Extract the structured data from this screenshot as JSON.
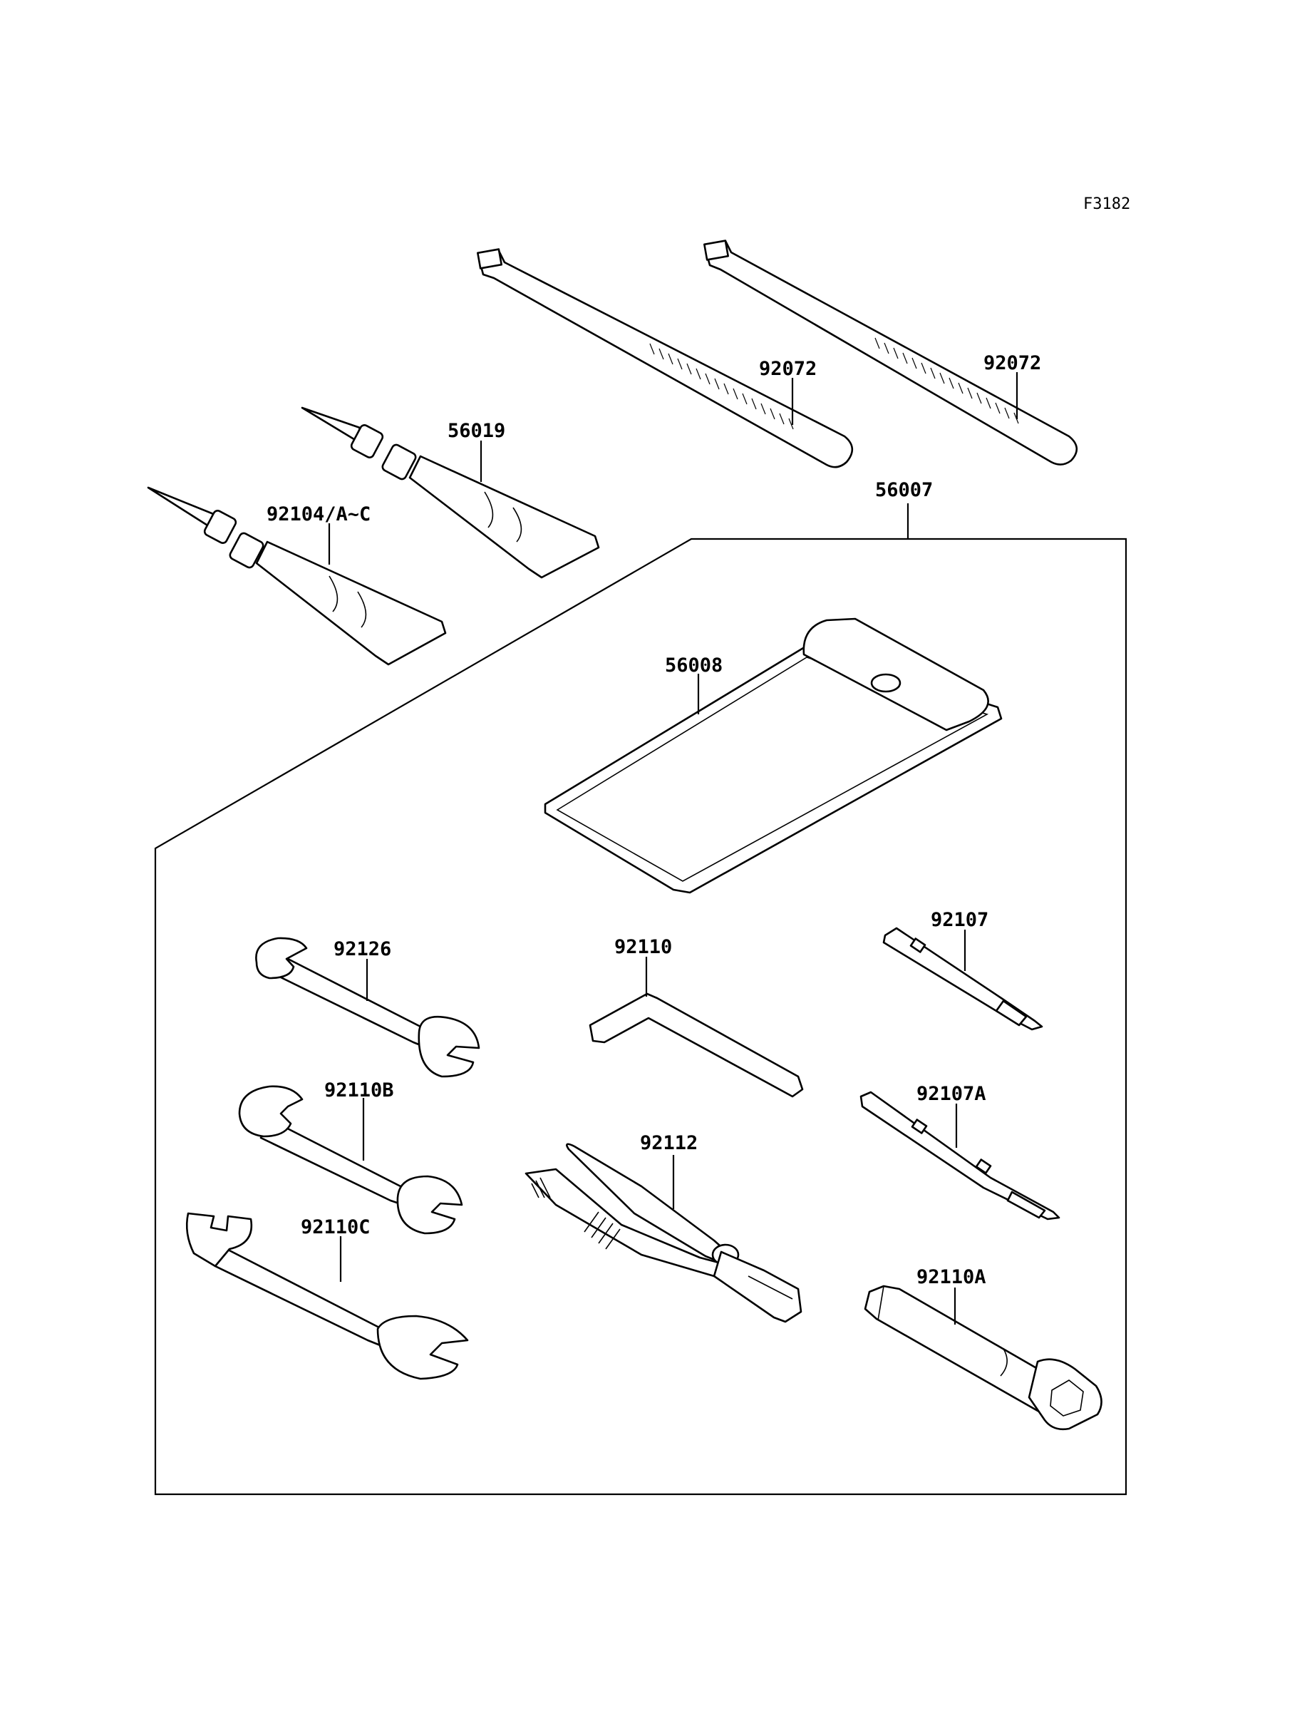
{
  "drawing_code": "F3182",
  "parts": [
    {
      "id": "tie-left",
      "number": "92072"
    },
    {
      "id": "tie-right",
      "number": "92072"
    },
    {
      "id": "grease-upper",
      "number": "56019"
    },
    {
      "id": "grease-lower",
      "number": "92104/A~C"
    },
    {
      "id": "tool-kit",
      "number": "56007"
    },
    {
      "id": "tool-bag",
      "number": "56008"
    },
    {
      "id": "wrench-1",
      "number": "92126"
    },
    {
      "id": "hex-key",
      "number": "92110"
    },
    {
      "id": "screwdriver-1",
      "number": "92107"
    },
    {
      "id": "wrench-2",
      "number": "92110B"
    },
    {
      "id": "screwdriver-2",
      "number": "92107A"
    },
    {
      "id": "pliers",
      "number": "92112"
    },
    {
      "id": "wrench-3",
      "number": "92110C"
    },
    {
      "id": "plug-wrench",
      "number": "92110A"
    }
  ]
}
